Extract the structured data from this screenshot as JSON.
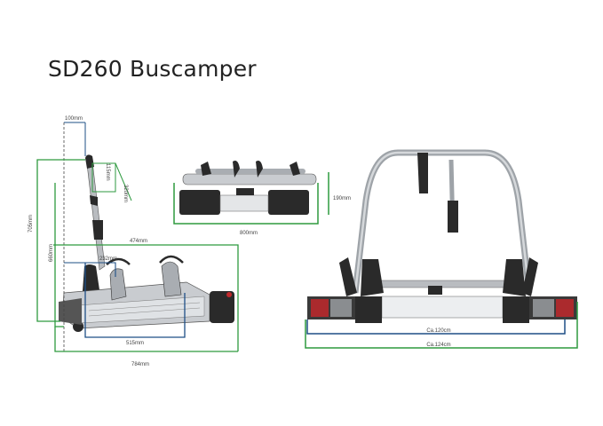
{
  "title": "SD260 Buscamper",
  "colors": {
    "green": "#2e9a3f",
    "blue": "#1e4f86",
    "frame": "#9ea3a8",
    "dark": "#2a2a2a",
    "lamp_red": "#c0282c"
  },
  "side_view": {
    "labels": {
      "offset": "100mm",
      "holder_height": "115mm",
      "holder_span": "320mm",
      "overall_height": "705mm",
      "mid_height": "660mm",
      "platform_length": "474mm",
      "wheel_gap": "232mm",
      "tray_length": "515mm",
      "overall_length": "784mm"
    }
  },
  "top_view": {
    "labels": {
      "width": "800mm",
      "height": "190mm"
    }
  },
  "rear_view": {
    "labels": {
      "inner_width": "Ca.120cm",
      "outer_width": "Ca.124cm"
    }
  }
}
